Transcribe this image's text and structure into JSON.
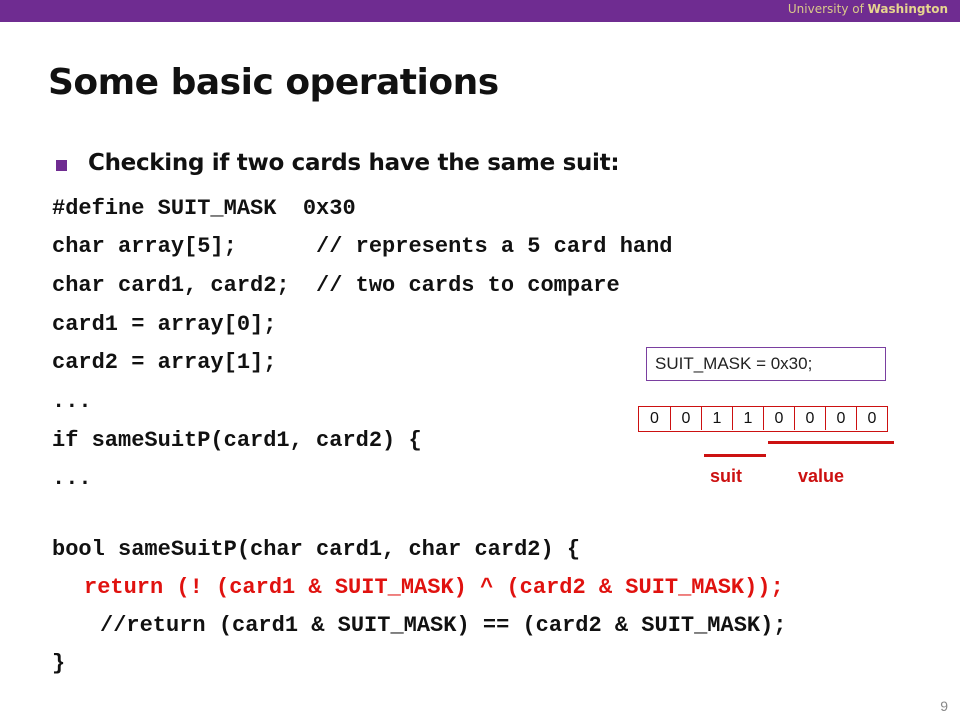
{
  "header": {
    "institution_prefix": "University of ",
    "institution_name": "Washington"
  },
  "slide": {
    "title": "Some basic operations",
    "bullet": "Checking if two cards have the same suit:",
    "code_lines": [
      "#define SUIT_MASK  0x30",
      "char array[5];      // represents a 5 card hand",
      "char card1, card2;  // two cards to compare",
      "card1 = array[0];",
      "card2 = array[1];",
      "...",
      "if sameSuitP(card1, card2) {",
      "...",
      "bool sameSuitP(char card1, char card2) {",
      "return (! (card1 & SUIT_MASK) ^ (card2 & SUIT_MASK));",
      "//return (card1 & SUIT_MASK) == (card2 & SUIT_MASK);",
      "}"
    ],
    "mask_label": "SUIT_MASK = 0x30;",
    "bits": [
      "0",
      "0",
      "1",
      "1",
      "0",
      "0",
      "0",
      "0"
    ],
    "suit_label": "suit",
    "value_label": "value",
    "page_number": "9"
  },
  "colors": {
    "header_bar": "#6f2c91",
    "highlight_red": "#e0120f"
  }
}
